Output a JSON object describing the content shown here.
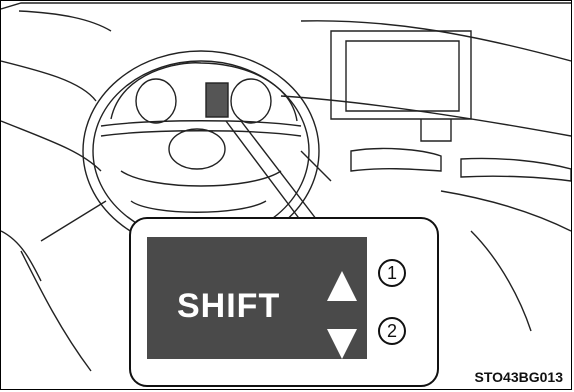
{
  "display": {
    "shift_label": "SHIFT",
    "up_marker": "1",
    "down_marker": "2"
  },
  "figure_code": "STO43BG013",
  "icons": {
    "up": "triangle-up-icon",
    "down": "triangle-down-icon"
  }
}
